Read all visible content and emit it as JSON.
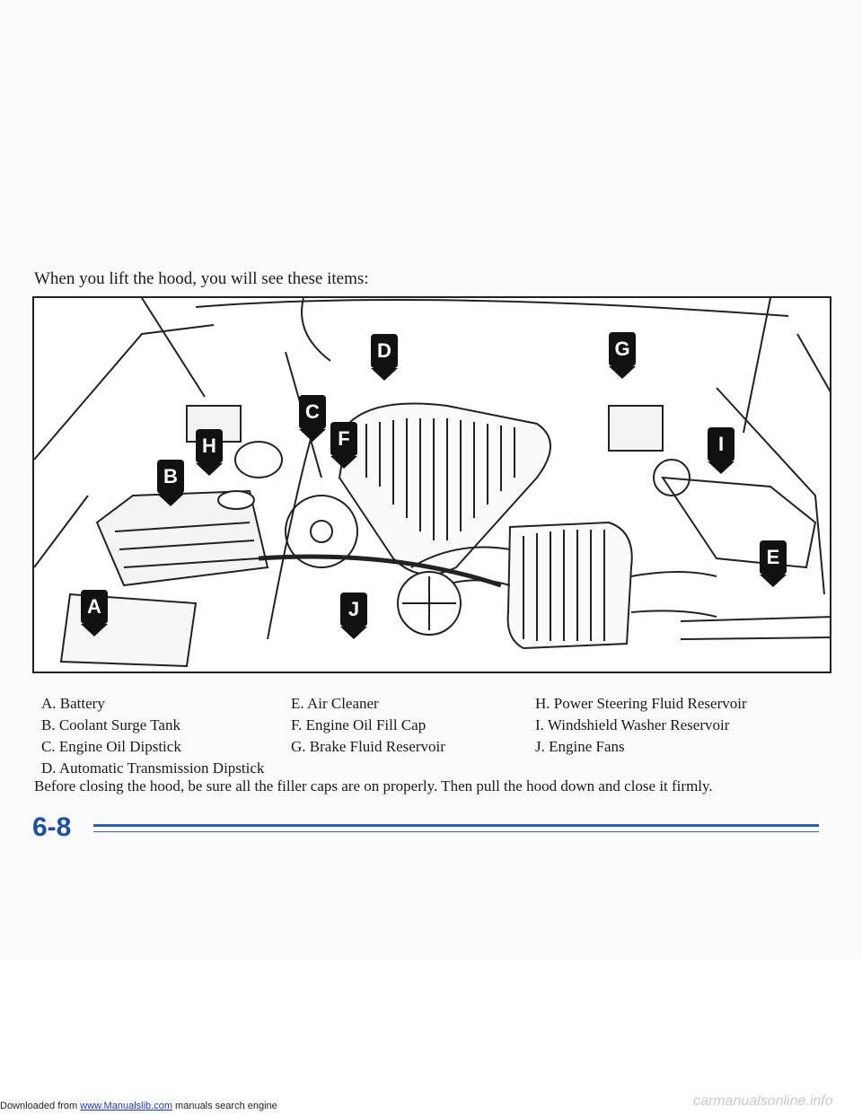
{
  "intro_text": "When you lift the hood, you will see these items:",
  "diagram": {
    "callouts": [
      "D",
      "G",
      "C",
      "F",
      "H",
      "I",
      "B",
      "E",
      "A",
      "J"
    ]
  },
  "legend": {
    "col1": [
      "A. Battery",
      "B. Coolant Surge Tank",
      "C. Engine Oil Dipstick",
      "D. Automatic Transmission Dipstick"
    ],
    "col2": [
      "E. Air Cleaner",
      "F. Engine Oil Fill Cap",
      "G. Brake Fluid Reservoir"
    ],
    "col3": [
      "H. Power Steering Fluid Reservoir",
      "I. Windshield Washer Reservoir",
      "J. Engine Fans"
    ]
  },
  "closing_text": "Before closing the hood, be sure all the filler caps are on properly. Then pull the hood down and close it firmly.",
  "page_number": "6-8",
  "footer": {
    "prefix": "Downloaded from",
    "link": "www.Manualslib.com",
    "suffix": "manuals search engine",
    "watermark": "carmanualsonline.info"
  }
}
